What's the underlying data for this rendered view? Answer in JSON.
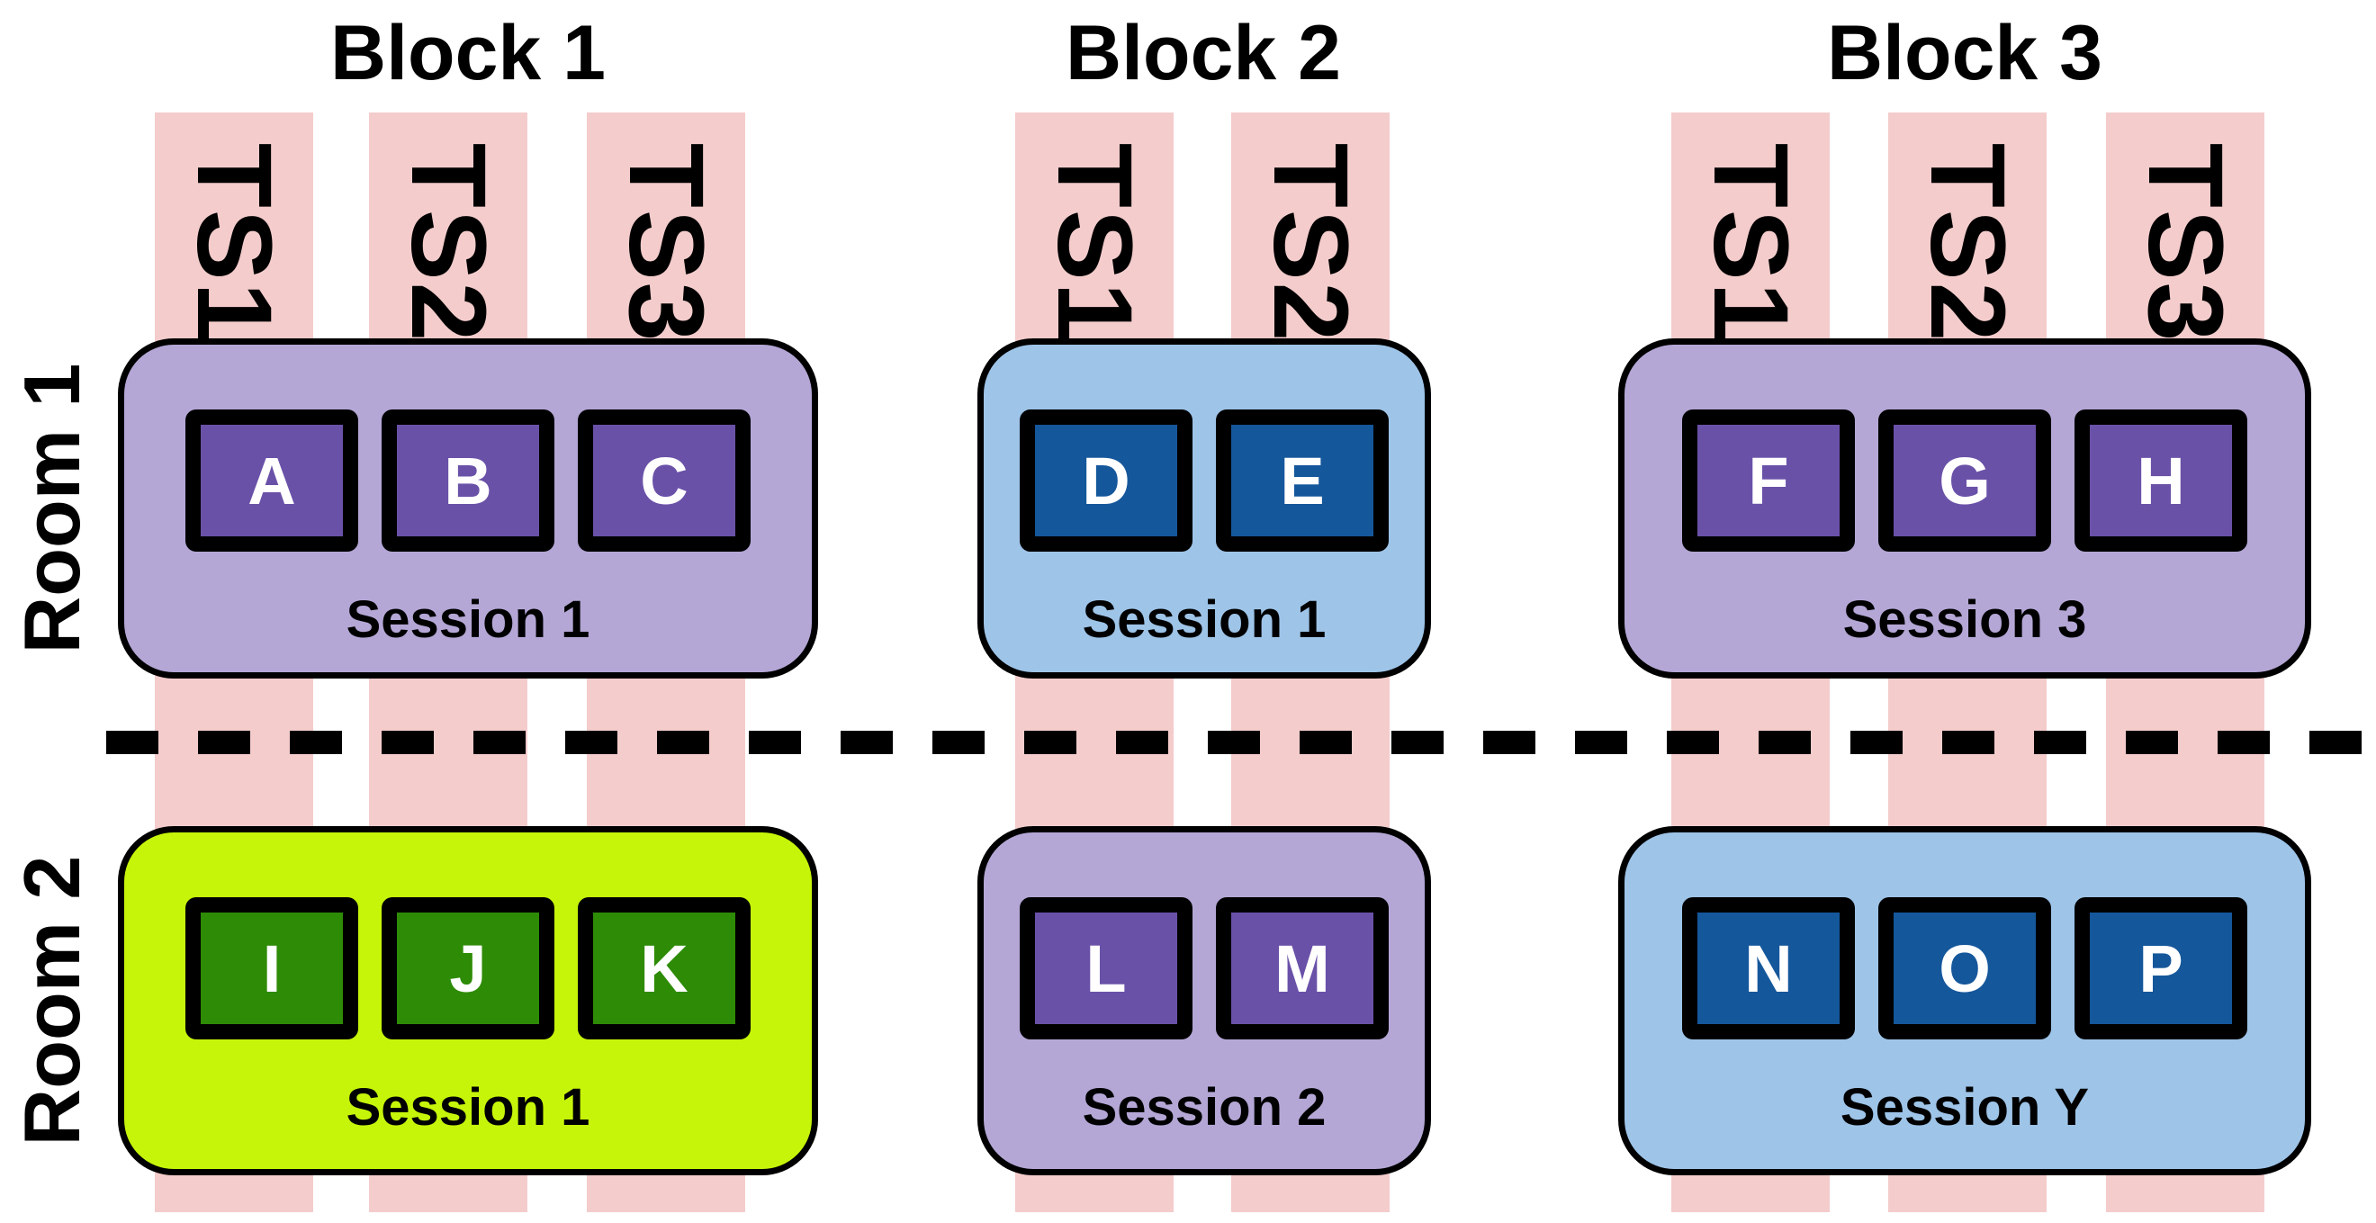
{
  "palette": {
    "background": "#FFFFFF",
    "stripe_pink": "#F4CCCC",
    "session_lavender": "#B4A7D6",
    "session_light_blue": "#9EC4E8",
    "session_chartreuse": "#C6F50A",
    "talk_purple": "#6A51A8",
    "talk_dark_blue": "#15579B",
    "talk_green": "#2E8B06",
    "outline_black": "#000000",
    "talk_letter_white": "#FFFFFF"
  },
  "blocks": [
    {
      "title": "Block 1",
      "timeslots": [
        "TS1",
        "TS2",
        "TS3"
      ]
    },
    {
      "title": "Block 2",
      "timeslots": [
        "TS1",
        "TS2"
      ]
    },
    {
      "title": "Block 3",
      "timeslots": [
        "TS1",
        "TS2",
        "TS3"
      ]
    }
  ],
  "rooms": [
    {
      "label": "Room 1"
    },
    {
      "label": "Room 2"
    }
  ],
  "sessions": [
    {
      "room": "Room 1",
      "block": "Block 1",
      "label": "Session 1",
      "talks": [
        "A",
        "B",
        "C"
      ]
    },
    {
      "room": "Room 1",
      "block": "Block 2",
      "label": "Session 1",
      "talks": [
        "D",
        "E"
      ]
    },
    {
      "room": "Room 1",
      "block": "Block 3",
      "label": "Session 3",
      "talks": [
        "F",
        "G",
        "H"
      ]
    },
    {
      "room": "Room 2",
      "block": "Block 1",
      "label": "Session 1",
      "talks": [
        "I",
        "J",
        "K"
      ]
    },
    {
      "room": "Room 2",
      "block": "Block 2",
      "label": "Session 2",
      "talks": [
        "L",
        "M"
      ]
    },
    {
      "room": "Room 2",
      "block": "Block 3",
      "label": "Session Y",
      "talks": [
        "N",
        "O",
        "P"
      ]
    }
  ]
}
